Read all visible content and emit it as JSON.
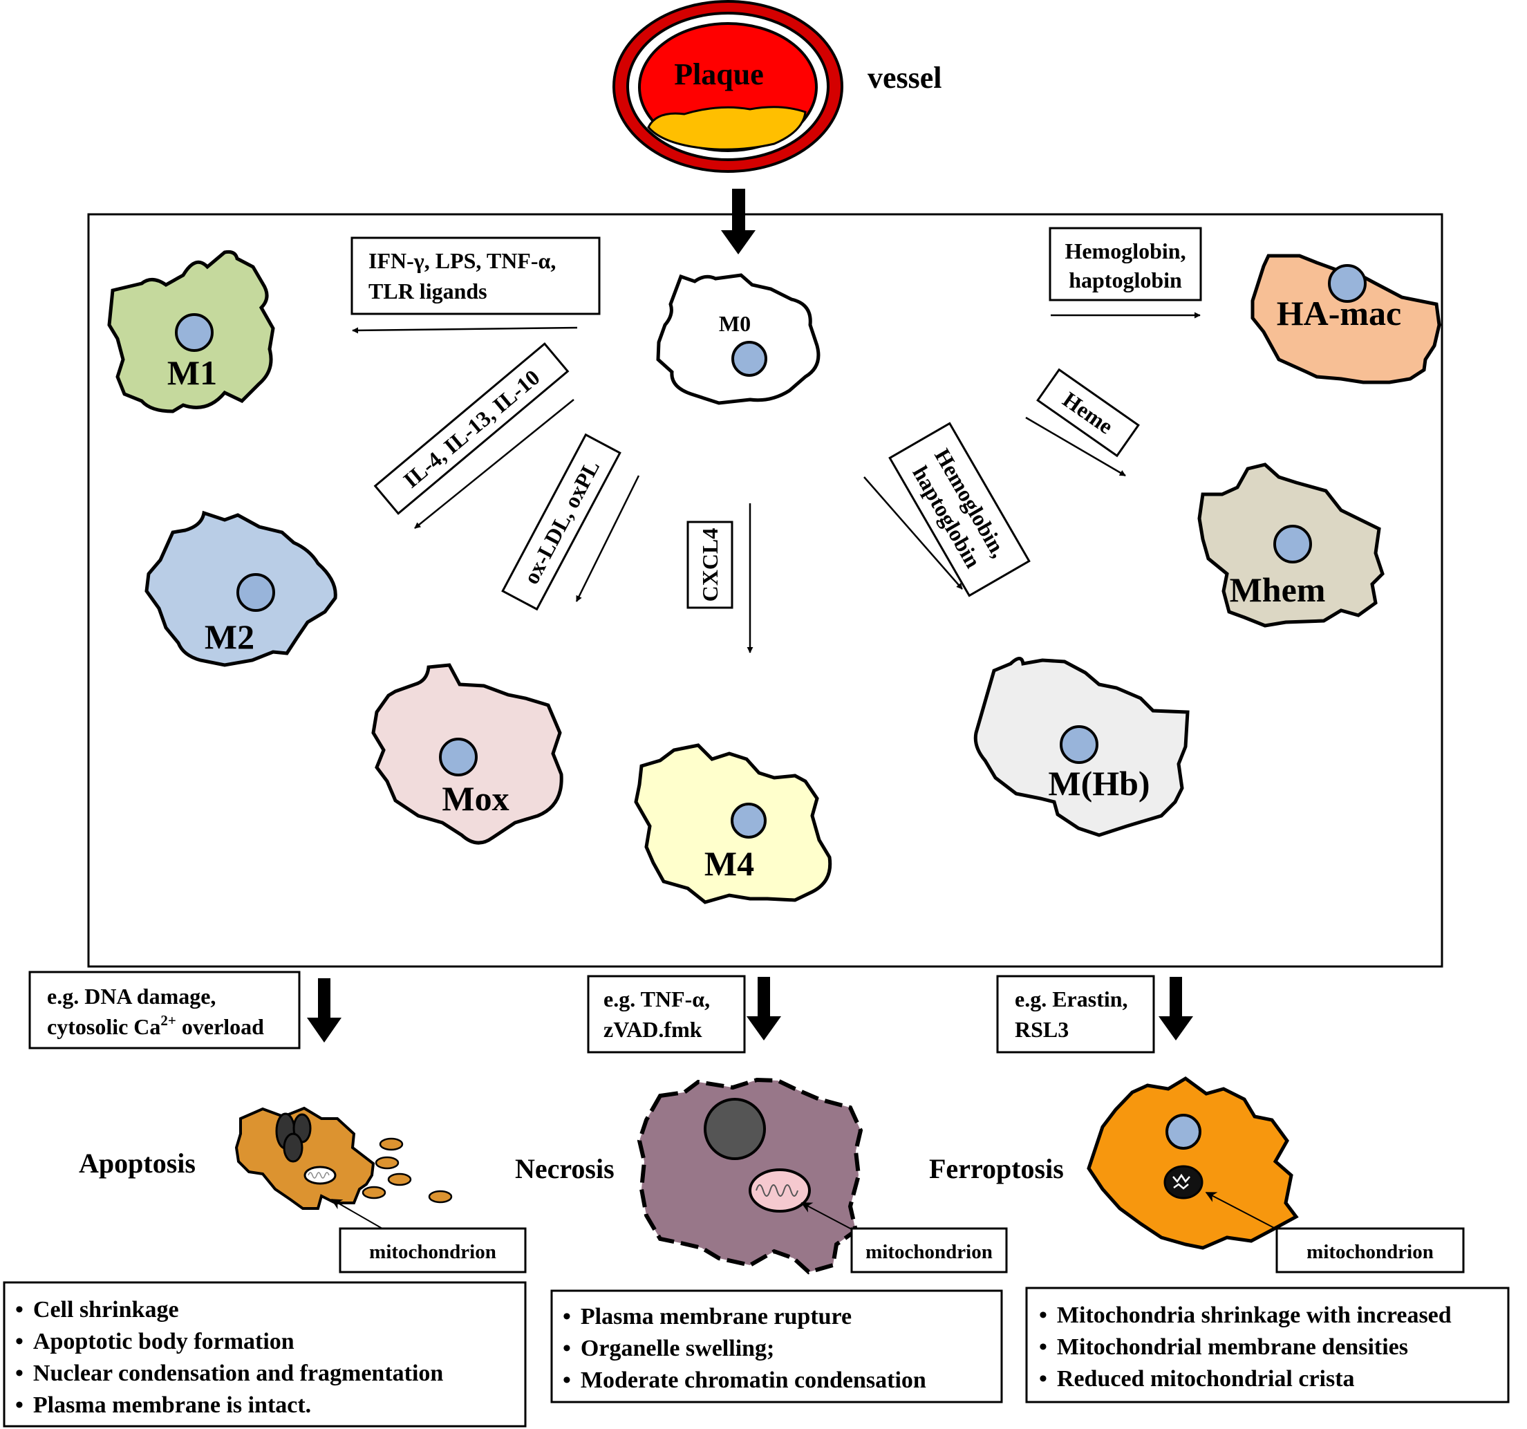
{
  "vessel": {
    "plaque_label": "Plaque",
    "vessel_label": "vessel",
    "colors": {
      "outer_ring": "#d40000",
      "plaque": "#ff0000",
      "lipid_core": "#ffbf00"
    }
  },
  "macrophages": {
    "m0": {
      "label": "M0",
      "color": "#ffffff"
    },
    "m1": {
      "label": "M1",
      "color": "#c5d99d"
    },
    "m2": {
      "label": "M2",
      "color": "#b9cde6"
    },
    "mox": {
      "label": "Mox",
      "color": "#f1dcdc"
    },
    "m4": {
      "label": "M4",
      "color": "#ffffcc"
    },
    "mhb": {
      "label": "M(Hb)",
      "color": "#eeeeee"
    },
    "mhem": {
      "label": "Mhem",
      "color": "#dcd7c4"
    },
    "hamac": {
      "label": "HA-mac",
      "color": "#f7bf95"
    },
    "nucleus_color": "#98b4da"
  },
  "stimuli": {
    "m1": {
      "line1": "IFN-γ, LPS, TNF-α,",
      "line2": "TLR ligands"
    },
    "m2": {
      "line1": "IL-4, IL-13, IL-10"
    },
    "mox": {
      "line1": "ox-LDL, oxPL"
    },
    "m4": {
      "line1": "CXCL4"
    },
    "mhb": {
      "line1": "Hemoglobin,",
      "line2": "haptoglobin"
    },
    "mhem": {
      "line1": "Heme"
    },
    "hamac": {
      "line1": "Hemoglobin,",
      "line2": "haptoglobin"
    }
  },
  "triggers": {
    "apoptosis": {
      "line1": "e.g. DNA damage,",
      "line2_pre": "cytosolic Ca",
      "line2_sup": "2+",
      "line2_post": " overload"
    },
    "necrosis": {
      "line1": "e.g. TNF-α,",
      "line2": "zVAD.fmk"
    },
    "ferroptosis": {
      "line1": "e.g. Erastin,",
      "line2": "RSL3"
    }
  },
  "death": {
    "apoptosis": {
      "title": "Apoptosis",
      "callout": "mitochondrion",
      "color": "#dc9330",
      "features": [
        "Cell shrinkage",
        "Apoptotic body formation",
        "Nuclear condensation and fragmentation",
        "Plasma membrane is intact."
      ]
    },
    "necrosis": {
      "title": "Necrosis",
      "callout": "mitochondrion",
      "color": "#987789",
      "features": [
        "Plasma membrane rupture",
        "Organelle swelling;",
        "Moderate chromatin condensation"
      ]
    },
    "ferroptosis": {
      "title": "Ferroptosis",
      "callout": "mitochondrion",
      "color": "#f7970e",
      "features": [
        "Mitochondria shrinkage with increased",
        "Mitochondrial membrane densities",
        "Reduced mitochondrial crista"
      ]
    }
  },
  "bullet_glyph": "•"
}
